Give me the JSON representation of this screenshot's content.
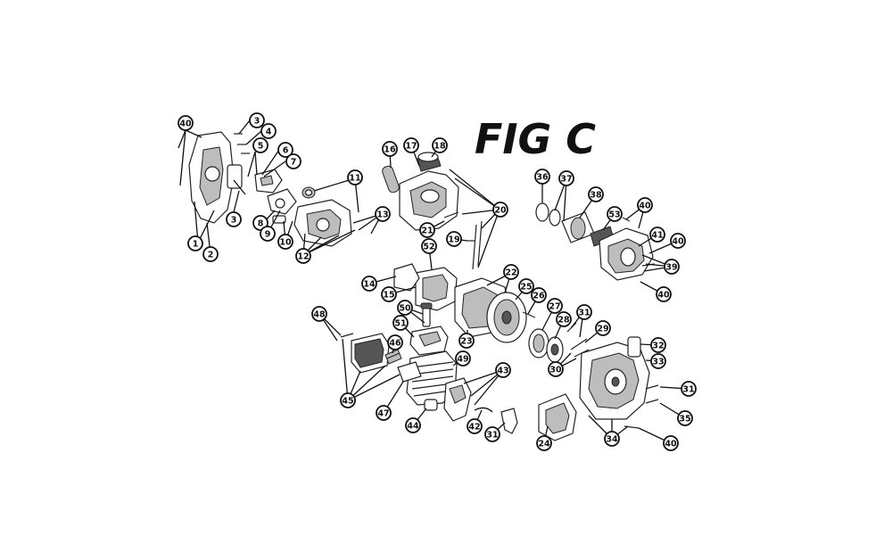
{
  "figure": {
    "title": "FIG C"
  },
  "callouts": [
    {
      "id": "c40a",
      "label": "40"
    },
    {
      "id": "c3a",
      "label": "3"
    },
    {
      "id": "c4",
      "label": "4"
    },
    {
      "id": "c5",
      "label": "5"
    },
    {
      "id": "c6",
      "label": "6"
    },
    {
      "id": "c7",
      "label": "7"
    },
    {
      "id": "c3b",
      "label": "3"
    },
    {
      "id": "c1",
      "label": "1"
    },
    {
      "id": "c2",
      "label": "2"
    },
    {
      "id": "c8",
      "label": "8"
    },
    {
      "id": "c9",
      "label": "9"
    },
    {
      "id": "c10",
      "label": "10"
    },
    {
      "id": "c11",
      "label": "11"
    },
    {
      "id": "c12",
      "label": "12"
    },
    {
      "id": "c13",
      "label": "13"
    },
    {
      "id": "c16",
      "label": "16"
    },
    {
      "id": "c17",
      "label": "17"
    },
    {
      "id": "c18",
      "label": "18"
    },
    {
      "id": "c20",
      "label": "20"
    },
    {
      "id": "c21",
      "label": "21"
    },
    {
      "id": "c19",
      "label": "19"
    },
    {
      "id": "c52",
      "label": "52"
    },
    {
      "id": "c14",
      "label": "14"
    },
    {
      "id": "c15",
      "label": "15"
    },
    {
      "id": "c22",
      "label": "22"
    },
    {
      "id": "c36",
      "label": "36"
    },
    {
      "id": "c37",
      "label": "37"
    },
    {
      "id": "c38",
      "label": "38"
    },
    {
      "id": "c53",
      "label": "53"
    },
    {
      "id": "c40b",
      "label": "40"
    },
    {
      "id": "c41",
      "label": "41"
    },
    {
      "id": "c40c",
      "label": "40"
    },
    {
      "id": "c39",
      "label": "39"
    },
    {
      "id": "c40d",
      "label": "40"
    },
    {
      "id": "c48",
      "label": "48"
    },
    {
      "id": "c50",
      "label": "50"
    },
    {
      "id": "c51",
      "label": "51"
    },
    {
      "id": "c46",
      "label": "46"
    },
    {
      "id": "c49",
      "label": "49"
    },
    {
      "id": "c45",
      "label": "45"
    },
    {
      "id": "c47",
      "label": "47"
    },
    {
      "id": "c44",
      "label": "44"
    },
    {
      "id": "c23",
      "label": "23"
    },
    {
      "id": "c25",
      "label": "25"
    },
    {
      "id": "c26",
      "label": "26"
    },
    {
      "id": "c27",
      "label": "27"
    },
    {
      "id": "c28",
      "label": "28"
    },
    {
      "id": "c31a",
      "label": "31"
    },
    {
      "id": "c29",
      "label": "29"
    },
    {
      "id": "c30",
      "label": "30"
    },
    {
      "id": "c43",
      "label": "43"
    },
    {
      "id": "c42",
      "label": "42"
    },
    {
      "id": "c31b",
      "label": "31"
    },
    {
      "id": "c24",
      "label": "24"
    },
    {
      "id": "c32",
      "label": "32"
    },
    {
      "id": "c33",
      "label": "33"
    },
    {
      "id": "c31c",
      "label": "31"
    },
    {
      "id": "c35",
      "label": "35"
    },
    {
      "id": "c34",
      "label": "34"
    },
    {
      "id": "c40e",
      "label": "40"
    }
  ]
}
